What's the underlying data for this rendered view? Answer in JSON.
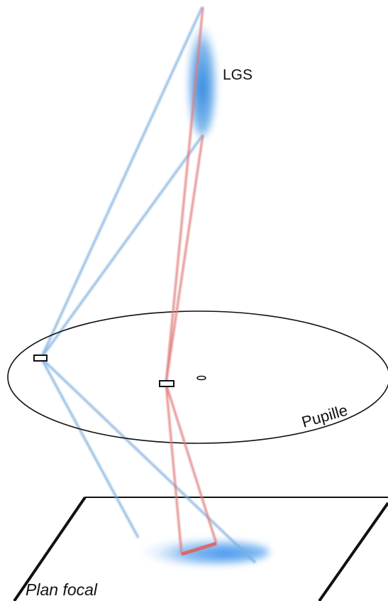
{
  "labels": {
    "lgs": "LGS",
    "pupille": "Pupille",
    "plan_focal": "Plan focal"
  },
  "colors": {
    "blue_ray": "#7aaede",
    "red_ray": "#e07a7a",
    "lgs_spot": "#3f8fe0",
    "focal_spot": "#4a9cf0",
    "outline": "#111111"
  }
}
